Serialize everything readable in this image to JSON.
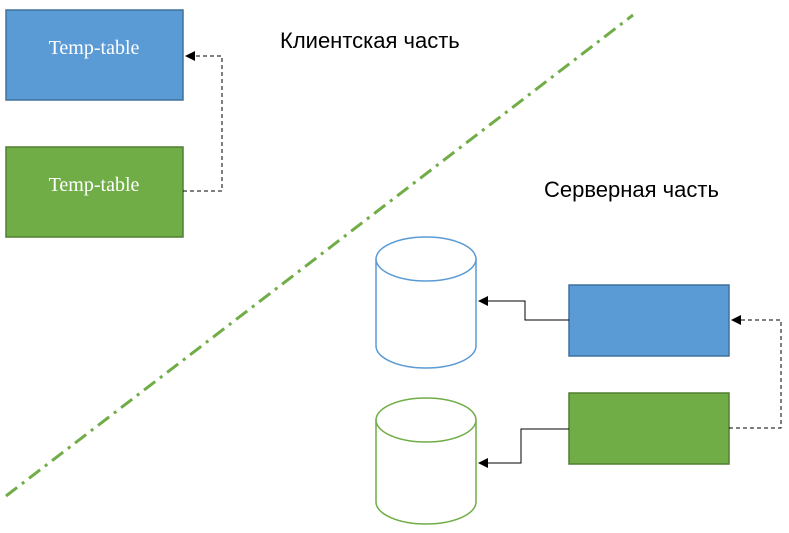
{
  "client_region": {
    "label": "Клиентская часть",
    "temp_table_blue": {
      "label": "Temp-table",
      "color": "#5b9bd5"
    },
    "temp_table_green": {
      "label": "Temp-table",
      "color": "#70ad47"
    }
  },
  "server_region": {
    "label": "Серверная часть",
    "db_blue": {
      "color": "#5b9bd5"
    },
    "db_green": {
      "color": "#70ad47"
    },
    "table_blue": {
      "label": "",
      "color": "#5b9bd5"
    },
    "table_green": {
      "label": "",
      "color": "#70ad47"
    }
  },
  "divider": {
    "color": "#70ad47",
    "style": "dash-dot"
  }
}
